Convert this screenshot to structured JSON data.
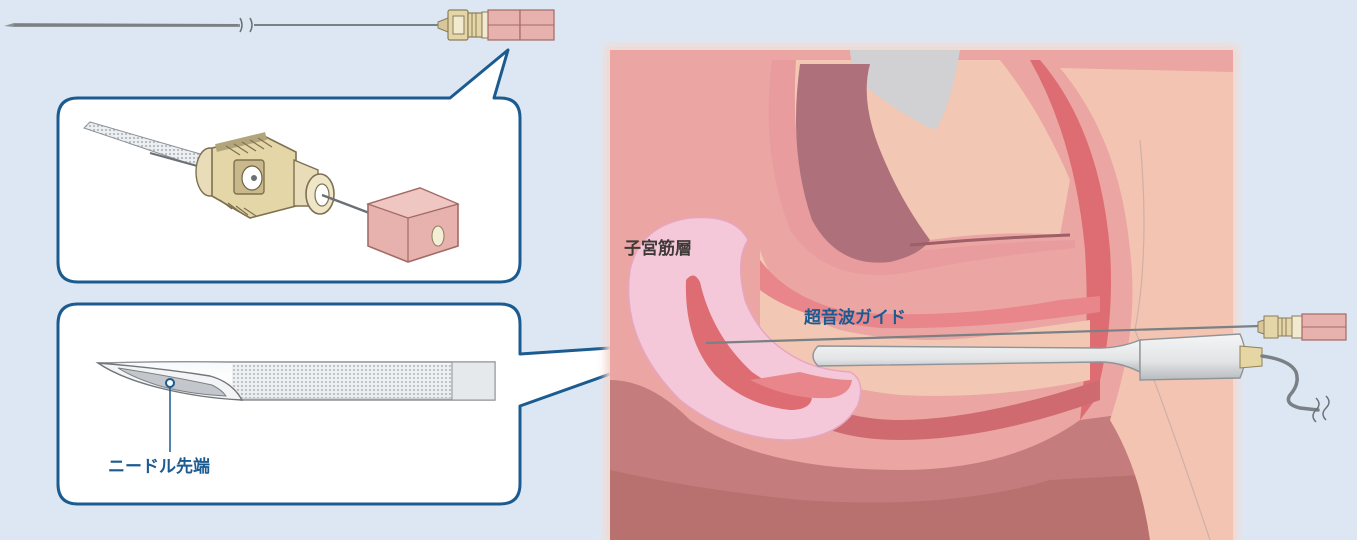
{
  "labels": {
    "myometrium": "子宮筋層",
    "ultrasound_guide": "超音波ガイド",
    "needle_tip": "ニードル先端"
  },
  "colors": {
    "background": "#dde7f3",
    "callout_border": "#1b5b90",
    "label_blue": "#1b5b90",
    "label_dark": "#3f3a39",
    "hub_tan": "#e4d6a6",
    "cap_pink": "#e7b1ad",
    "tissue_pink": "#eba5a3",
    "tissue_light": "#f2c7b4",
    "uterus_cavity": "#ae707b",
    "bladder_gray": "#d1d1d4",
    "myometrium_pink": "#f4c8d9"
  },
  "icons": [
    "needle-icon",
    "needle-hub-icon",
    "ultrasound-probe-icon",
    "cable-break-icon"
  ]
}
